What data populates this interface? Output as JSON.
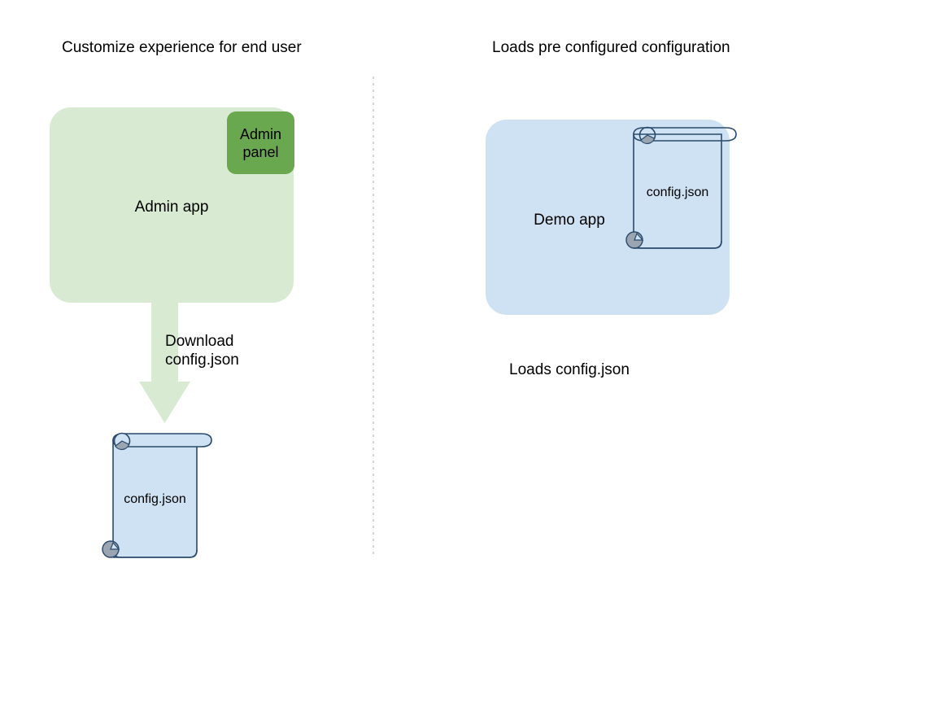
{
  "diagram": {
    "columns": [
      {
        "id": "left",
        "title": "Customize experience for end user"
      },
      {
        "id": "right",
        "title": "Loads pre configured configuration"
      }
    ],
    "left": {
      "app_box": {
        "label": "Admin app",
        "fill": "#d9ead3"
      },
      "admin_panel": {
        "label": "Admin\npanel",
        "fill": "#6aa84f"
      },
      "arrow": {
        "label": "Download\nconfig.json",
        "fill": "#d9ead3",
        "direction": "down"
      },
      "document": {
        "label": "config.json",
        "fill": "#cfe2f3",
        "stroke": "#2a4a6b",
        "curl_fill": "#9aa5b1"
      }
    },
    "right": {
      "app_box": {
        "label": "Demo app",
        "fill": "#cfe2f3"
      },
      "document": {
        "label": "config.json",
        "fill": "none",
        "stroke": "#2a4a6b",
        "curl_fill": "#9aa5b1"
      },
      "caption": "Loads config.json"
    },
    "divider": {
      "style": "dotted",
      "color": "#cccccc"
    }
  }
}
